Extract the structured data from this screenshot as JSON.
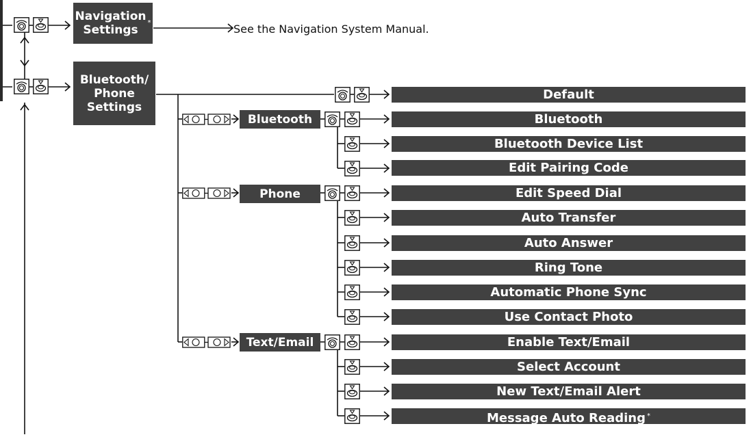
{
  "top_menu": {
    "navigation_settings": {
      "label": "Navigation\nSettings",
      "asterisk": "*"
    },
    "bluetooth_phone_settings": {
      "label": "Bluetooth/\nPhone\nSettings"
    }
  },
  "navigation_note": "See the Navigation System Manual.",
  "submenus": {
    "bluetooth": "Bluetooth",
    "phone": "Phone",
    "text_email": "Text/Email"
  },
  "items": {
    "default": {
      "label": "Default"
    },
    "bluetooth": {
      "label": "Bluetooth"
    },
    "device_list": {
      "label": "Bluetooth Device List"
    },
    "pairing_code": {
      "label": "Edit Pairing Code"
    },
    "speed_dial": {
      "label": "Edit Speed Dial"
    },
    "auto_transfer": {
      "label": "Auto Transfer"
    },
    "auto_answer": {
      "label": "Auto Answer"
    },
    "ring_tone": {
      "label": "Ring Tone"
    },
    "phone_sync": {
      "label": "Automatic Phone Sync"
    },
    "contact_photo": {
      "label": "Use Contact Photo"
    },
    "enable_text": {
      "label": "Enable Text/Email"
    },
    "select_account": {
      "label": "Select Account"
    },
    "new_alert": {
      "label": "New Text/Email Alert"
    },
    "auto_reading": {
      "label": "Message Auto Reading",
      "asterisk": "*"
    }
  },
  "icons": {
    "knob": "rotate-knob-icon",
    "press": "press-knob-icon",
    "move": "move-left-right-icon"
  },
  "colors": {
    "box": "#414141",
    "line": "#111111",
    "text_on_box": "#ffffff"
  }
}
